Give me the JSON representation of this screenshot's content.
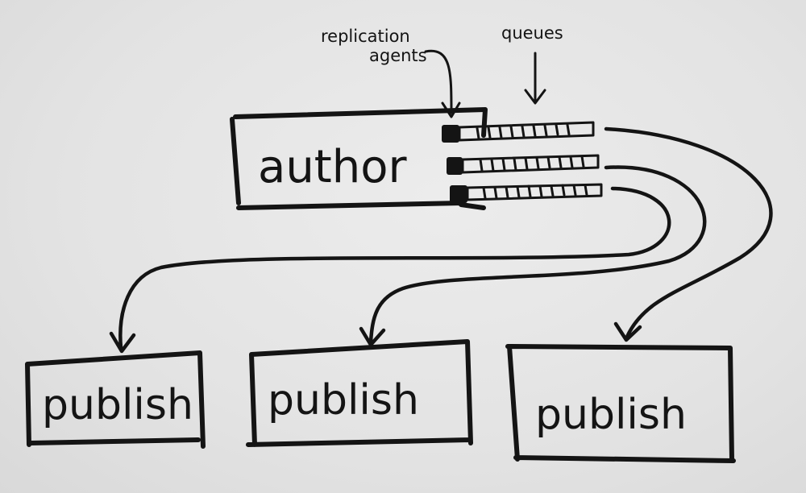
{
  "author": {
    "label": "author"
  },
  "annotations": {
    "replication_line1": "replication",
    "replication_line2": "agents",
    "queues": "queues"
  },
  "publish_nodes": [
    {
      "label": "publish"
    },
    {
      "label": "publish"
    },
    {
      "label": "publish"
    }
  ],
  "colors": {
    "ink": "#141414",
    "paper": "#e6e6e6"
  }
}
